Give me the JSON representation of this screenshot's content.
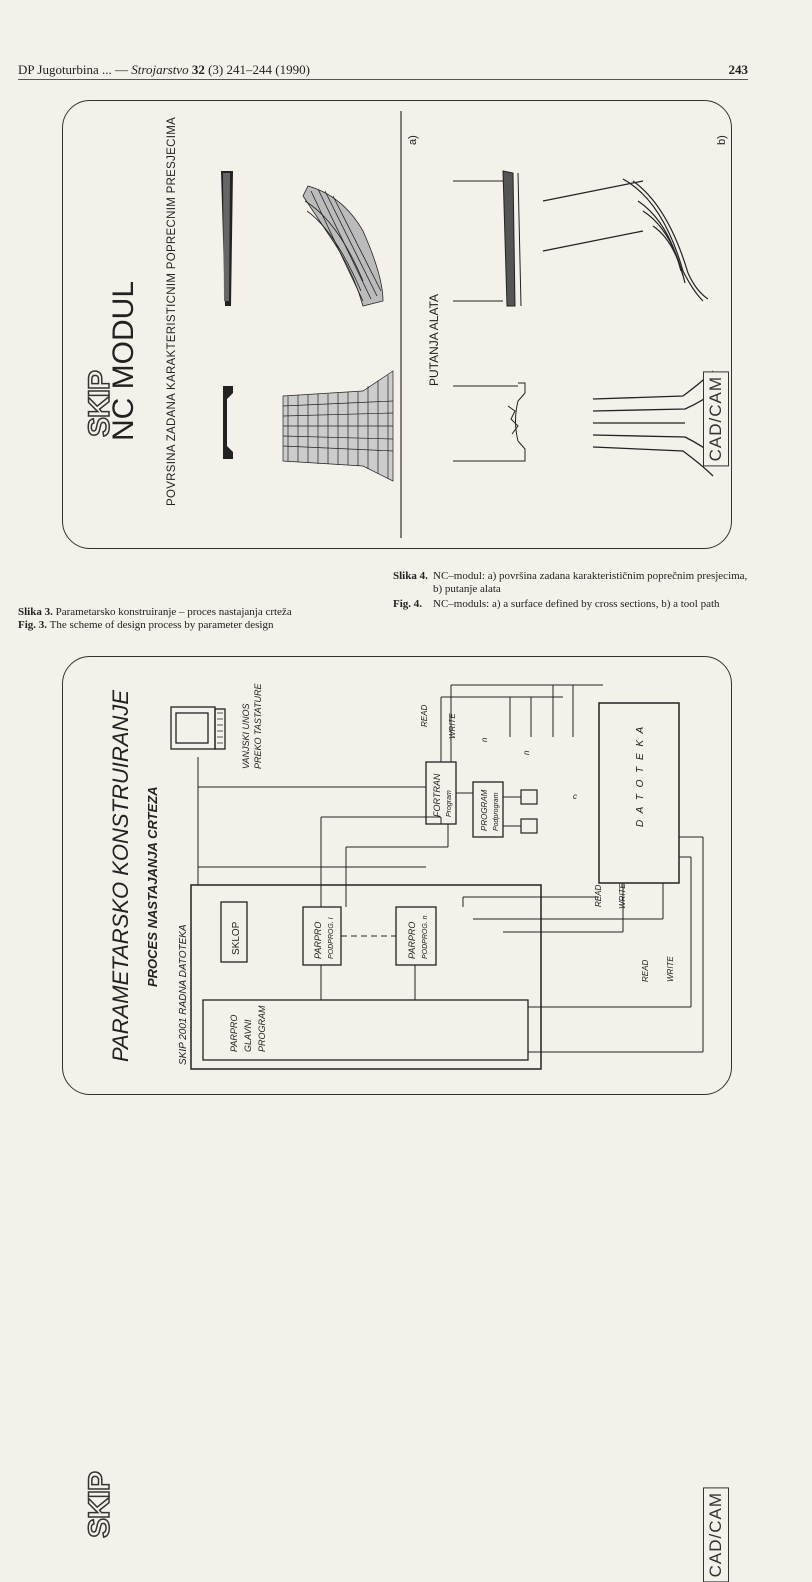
{
  "header": {
    "running_plain": "DP Jugoturbina ... — ",
    "journal": "Strojarstvo",
    "volume": "32",
    "issue_pages": "(3) 241–244 (1990)",
    "page_number": "243"
  },
  "figure4": {
    "title": "NC MODUL",
    "subtitle": "POVRSINA ZADANA KARAKTERISTICNIM POPRECNIM PRESJECIMA",
    "section_a_label": "a)",
    "section_b_title": "PUTANJA ALATA",
    "section_b_label": "b)",
    "logo": "SKIP",
    "side_tab": "CAD/CAM"
  },
  "caption4": {
    "hr_label": "Slika 4.",
    "hr_text": "NC–modul: a) površina zadana karakterističnim poprečnim presjecima, b) putanje alata",
    "en_label": "Fig. 4.",
    "en_text": "NC–moduls: a) a surface defined by cross sections, b) a tool path"
  },
  "caption3": {
    "hr_label": "Slika 3.",
    "hr_text": "Parametarsko konstruiranje – proces nastajanja crteža",
    "en_label": "Fig. 3.",
    "en_text": "The scheme of design process by parameter design"
  },
  "figure3": {
    "title": "PARAMETARSKO KONSTRUIRANJE",
    "subtitle": "PROCES NASTAJANJA CRTEZA",
    "workspace": "SKIP 2001 RADNA DATOTEKA",
    "main_program": [
      "PARPRO",
      "GLAVNI",
      "PROGRAM"
    ],
    "sklop": "SKLOP",
    "parpro_1": [
      "PARPRO",
      "PODPROG. I"
    ],
    "parpro_n": [
      "PARPRO",
      "PODPROG. n"
    ],
    "fortran": [
      "FORTRAN",
      "Program"
    ],
    "program": [
      "PROGRAM",
      "Podprogram"
    ],
    "datoteka": "D A T O T E K A",
    "keyboard": [
      "VANJSKI UNOS",
      "PREKO TASTATURE"
    ],
    "read": "READ",
    "write": "WRITE",
    "n_mark": "n",
    "c_mark": "c",
    "logo": "SKIP",
    "side_tab": "CAD/CAM"
  }
}
